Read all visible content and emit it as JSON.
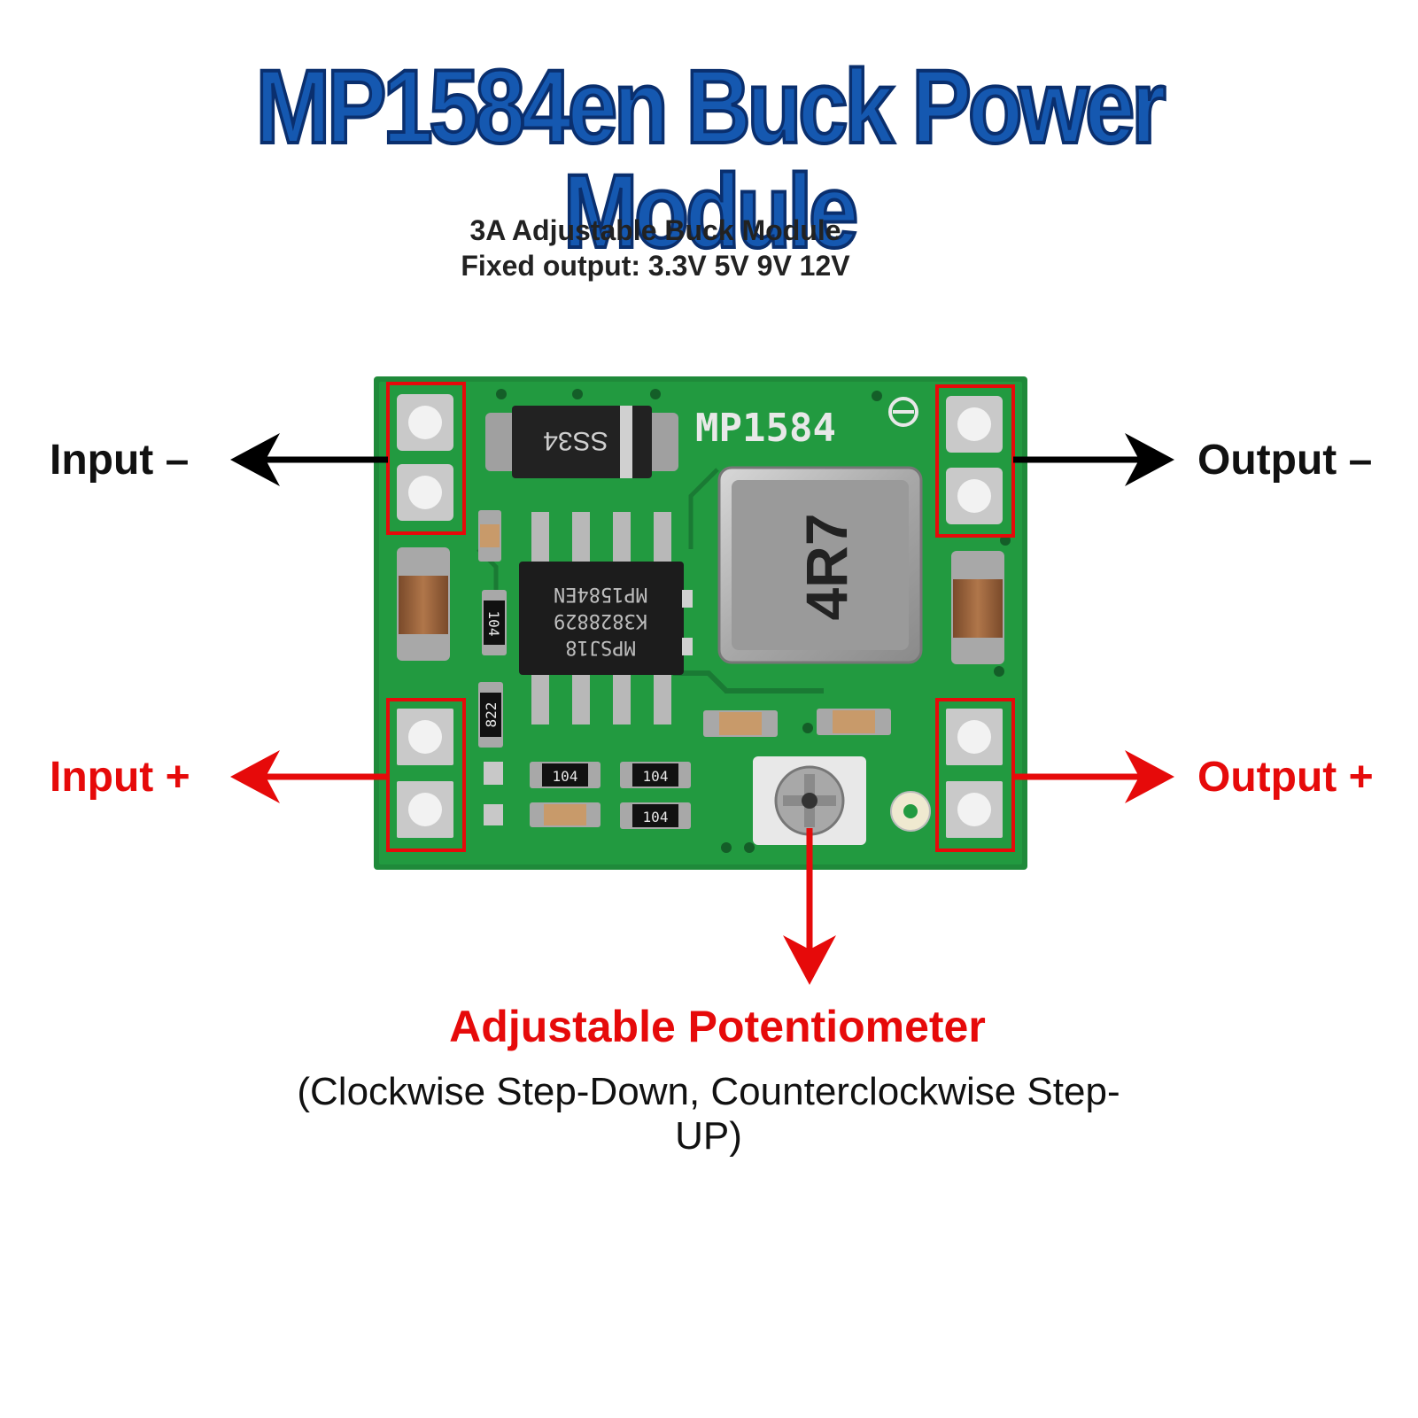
{
  "title": "MP1584en Buck Power Module",
  "subtitle": {
    "line1": "3A Adjustable Buck Module",
    "line2": "Fixed output: 3.3V 5V 9V 12V"
  },
  "labels": {
    "input_minus": "Input –",
    "output_minus": "Output –",
    "input_plus": "Input +",
    "output_plus": "Output +"
  },
  "potentiometer": {
    "title": "Adjustable Potentiometer",
    "note": "(Clockwise Step-Down, Counterclockwise Step-UP)"
  },
  "board_markings": {
    "silkscreen": "MP1584",
    "diode": "SS34",
    "inductor": "4R7",
    "ic_line1": "MPSJ18",
    "ic_line2": "K3828829",
    "ic_line3": "MP1584EN",
    "res_a": "104",
    "res_b": "822",
    "res_c": "104",
    "res_d": "104",
    "res_e": "104"
  },
  "colors": {
    "title_fill": "#1558b0",
    "board_green": "#1f8a3a",
    "accent_red": "#e60a0a",
    "arrow_black": "#000000"
  }
}
